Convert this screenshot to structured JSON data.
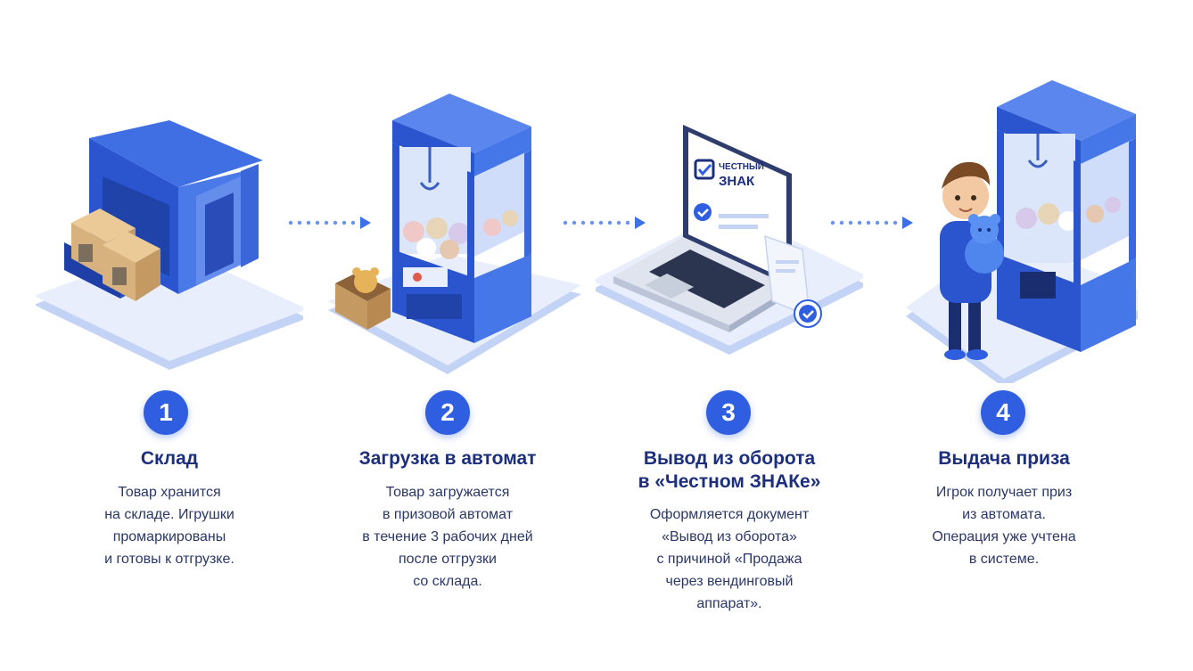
{
  "brand_colors": {
    "primary": "#2f5fe0",
    "dark": "#1b2f7d",
    "light": "#e6edfc"
  },
  "connector_icon": "dotted-arrow-icon",
  "steps": [
    {
      "number": "1",
      "icon": "warehouse-icon",
      "title": [
        "Склад"
      ],
      "description": [
        "Товар хранится",
        "на складе. Игрушки",
        "промаркированы",
        "и готовы к отгрузке."
      ]
    },
    {
      "number": "2",
      "icon": "claw-machine-icon",
      "title": [
        "Загрузка в автомат"
      ],
      "description": [
        "Товар загружается",
        "в призовой автомат",
        "в течение 3 рабочих дней",
        "после отгрузки",
        "со склада."
      ]
    },
    {
      "number": "3",
      "icon": "laptop-icon",
      "title": [
        "Вывод из оборота",
        "в «Честном ЗНАКе»"
      ],
      "description": [
        "Оформляется документ",
        "«Вывод из оборота»",
        "с причиной «Продажа",
        "через вендинговый",
        "аппарат»."
      ],
      "logo_text": [
        "ЧЕСТНЫЙ",
        "ЗНАК"
      ]
    },
    {
      "number": "4",
      "icon": "player-with-prize-icon",
      "title": [
        "Выдача приза"
      ],
      "description": [
        "Игрок получает приз",
        "из автомата.",
        "Операция уже учтена",
        "в системе."
      ]
    }
  ]
}
